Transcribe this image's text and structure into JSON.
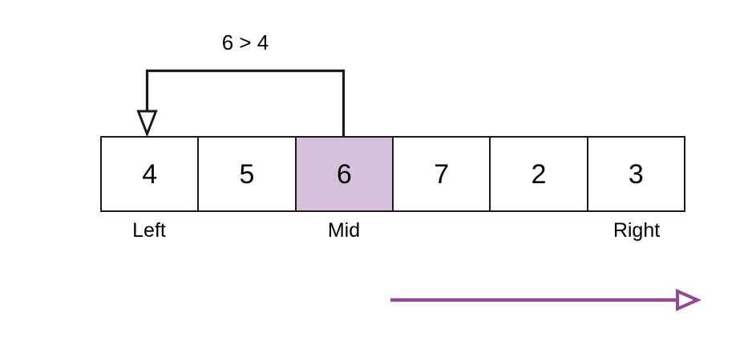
{
  "diagram": {
    "title": "binary-search-array-comparison-step",
    "array": {
      "cells": [
        {
          "value": "4",
          "highlighted": false,
          "pointer": "Left"
        },
        {
          "value": "5",
          "highlighted": false,
          "pointer": ""
        },
        {
          "value": "6",
          "highlighted": true,
          "pointer": "Mid"
        },
        {
          "value": "7",
          "highlighted": false,
          "pointer": ""
        },
        {
          "value": "2",
          "highlighted": false,
          "pointer": ""
        },
        {
          "value": "3",
          "highlighted": false,
          "pointer": "Right"
        }
      ]
    },
    "pointers": [
      {
        "name": "left-pointer-label",
        "label": "Left",
        "cell_index": 0
      },
      {
        "name": "mid-pointer-label",
        "label": "Mid",
        "cell_index": 2
      },
      {
        "name": "right-pointer-label",
        "label": "Right",
        "cell_index": 5
      }
    ],
    "comparison": {
      "label": "6 > 4",
      "from_cell_index": 2,
      "to_cell_index": 0,
      "arrow_style": "hollow-triangle",
      "color": "#1a1a1a"
    },
    "direction_arrow": {
      "name": "scan-direction-arrow",
      "direction": "right",
      "color": "#8e4a93",
      "arrow_style": "hollow-triangle"
    },
    "colors": {
      "highlight_fill": "#d6c0dc",
      "cell_border": "#1a1a1a",
      "cell_fill": "#ffffff",
      "text": "#000000",
      "accent_purple": "#8e4a93",
      "background": "#ffffff"
    }
  }
}
